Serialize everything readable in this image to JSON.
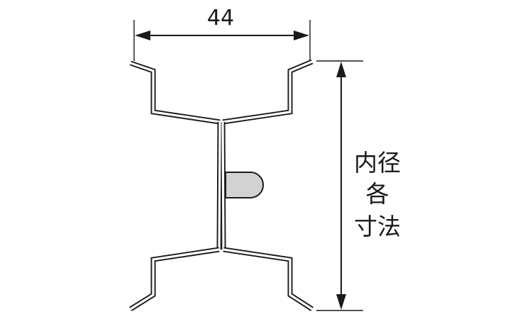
{
  "dimensions": {
    "width_value": "44",
    "height_label_lines": [
      "内径",
      "各",
      "寸法"
    ]
  },
  "colors": {
    "line": "#1a1a1a",
    "valve_fill": "#d2d2d2",
    "background": "#ffffff"
  }
}
